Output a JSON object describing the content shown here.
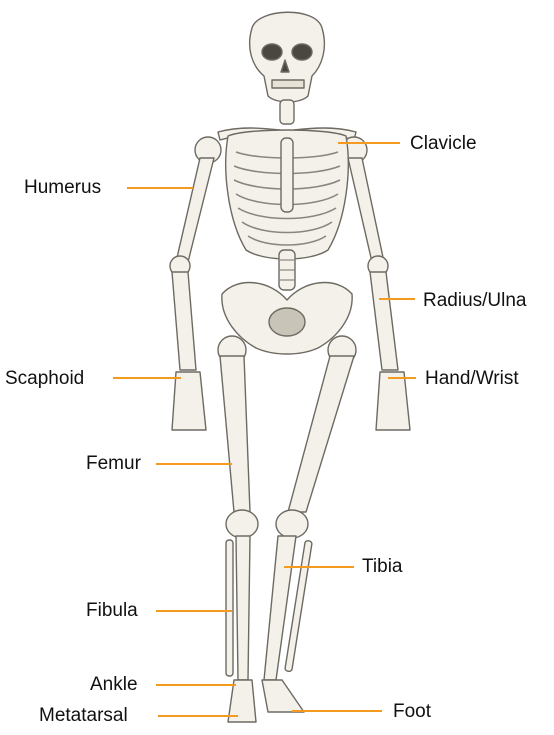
{
  "diagram": {
    "leader_color": "#f39a1f",
    "bone_fill": "#f4f1ea",
    "bone_stroke": "#6d6a62",
    "labels": {
      "clavicle": "Clavicle",
      "humerus": "Humerus",
      "radius_ulna": "Radius/Ulna",
      "scaphoid": "Scaphoid",
      "hand_wrist": "Hand/Wrist",
      "femur": "Femur",
      "tibia": "Tibia",
      "fibula": "Fibula",
      "ankle": "Ankle",
      "foot": "Foot",
      "metatarsal": "Metatarsal"
    }
  }
}
